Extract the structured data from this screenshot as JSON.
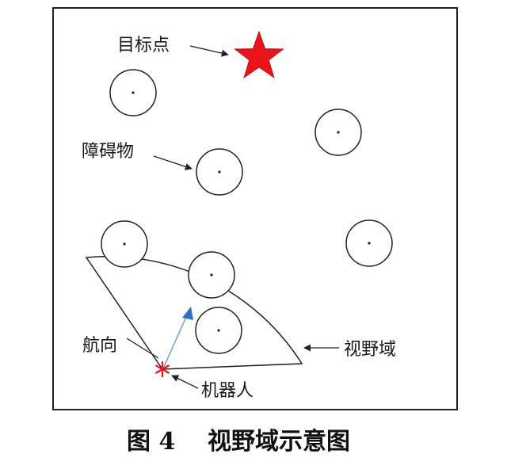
{
  "labels": {
    "target": "目标点",
    "obstacle": "障碍物",
    "heading": "航向",
    "field_of_view": "视野域",
    "robot": "机器人"
  },
  "caption": {
    "figure_number": "图 4",
    "title": "视野域示意图"
  },
  "colors": {
    "frame": "#222222",
    "target_star": "#e8141a",
    "robot_marker": "#e8141a",
    "heading_arrow": "#2f6fc4",
    "heading_line": "#7aa6d8",
    "obstacle_outline": "#222222"
  },
  "icons": {
    "target": "star-icon",
    "robot": "asterisk-icon",
    "heading": "arrowhead-icon"
  }
}
